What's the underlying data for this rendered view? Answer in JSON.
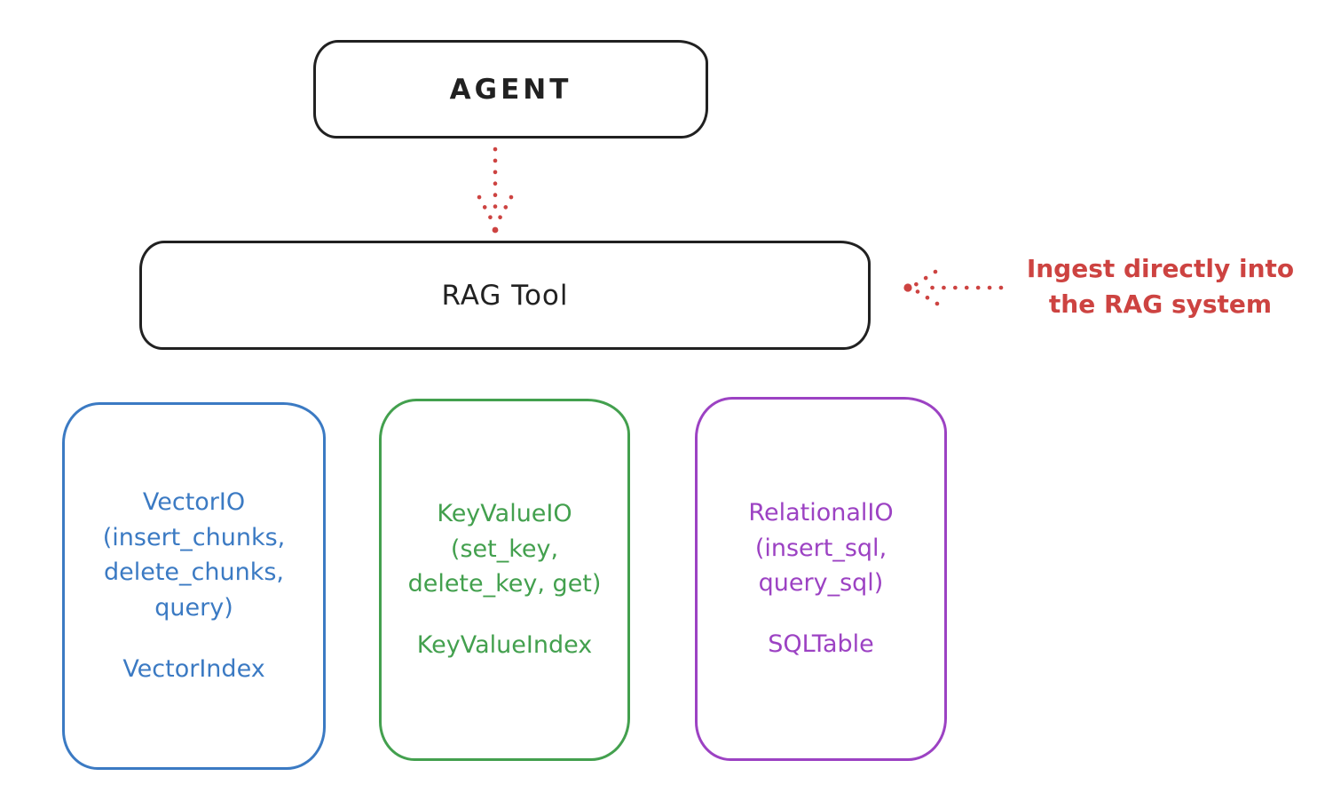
{
  "diagram": {
    "agent": {
      "label": "AGENT"
    },
    "rag_tool": {
      "label": "RAG Tool"
    },
    "annotation": {
      "label": "Ingest directly into\nthe RAG system",
      "color": "#cd4341"
    },
    "connections": [
      {
        "from": "agent",
        "to": "rag_tool",
        "style": "dotted",
        "direction": "down",
        "color": "#cd4341"
      },
      {
        "from": "annotation",
        "to": "rag_tool",
        "style": "dotted",
        "direction": "left",
        "color": "#cd4341"
      }
    ],
    "io_nodes": [
      {
        "name": "vector-io",
        "color": "#3b7ac3",
        "interface": "VectorIO\n(insert_chunks,\ndelete_chunks,\nquery)",
        "index": "VectorIndex"
      },
      {
        "name": "keyvalue-io",
        "color": "#43a04e",
        "interface": "KeyValueIO\n(set_key,\ndelete_key, get)",
        "index": "KeyValueIndex"
      },
      {
        "name": "relational-io",
        "color": "#9c42c3",
        "interface": "RelationalIO\n(insert_sql,\nquery_sql)",
        "index": "SQLTable"
      }
    ],
    "stroke_colors": {
      "black": "#212121",
      "red": "#cd4341",
      "blue": "#3b7ac3",
      "green": "#43a04e",
      "purple": "#9c42c3"
    }
  }
}
